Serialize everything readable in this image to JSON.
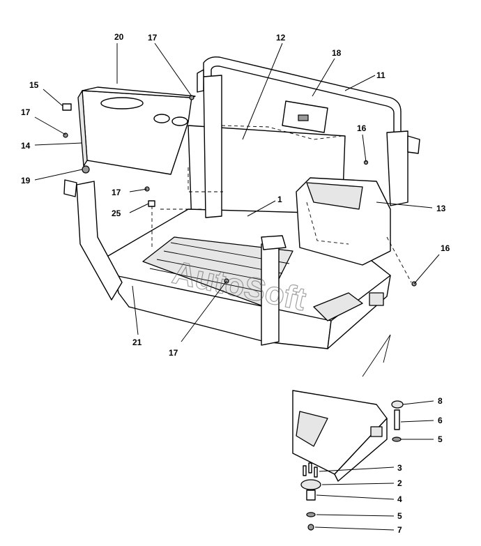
{
  "watermark": "AutoSoft",
  "callouts": [
    {
      "id": "c20",
      "label": "20"
    },
    {
      "id": "c17a",
      "label": "17"
    },
    {
      "id": "c12",
      "label": "12"
    },
    {
      "id": "c18",
      "label": "18"
    },
    {
      "id": "c11",
      "label": "11"
    },
    {
      "id": "c15",
      "label": "15"
    },
    {
      "id": "c17b",
      "label": "17"
    },
    {
      "id": "c14",
      "label": "14"
    },
    {
      "id": "c16a",
      "label": "16"
    },
    {
      "id": "c19",
      "label": "19"
    },
    {
      "id": "c17c",
      "label": "17"
    },
    {
      "id": "c1",
      "label": "1"
    },
    {
      "id": "c13",
      "label": "13"
    },
    {
      "id": "c25",
      "label": "25"
    },
    {
      "id": "c16b",
      "label": "16"
    },
    {
      "id": "c21",
      "label": "21"
    },
    {
      "id": "c17d",
      "label": "17"
    },
    {
      "id": "c8",
      "label": "8"
    },
    {
      "id": "c6",
      "label": "6"
    },
    {
      "id": "c5a",
      "label": "5"
    },
    {
      "id": "c3",
      "label": "3"
    },
    {
      "id": "c2",
      "label": "2"
    },
    {
      "id": "c4",
      "label": "4"
    },
    {
      "id": "c5b",
      "label": "5"
    },
    {
      "id": "c7",
      "label": "7"
    }
  ]
}
